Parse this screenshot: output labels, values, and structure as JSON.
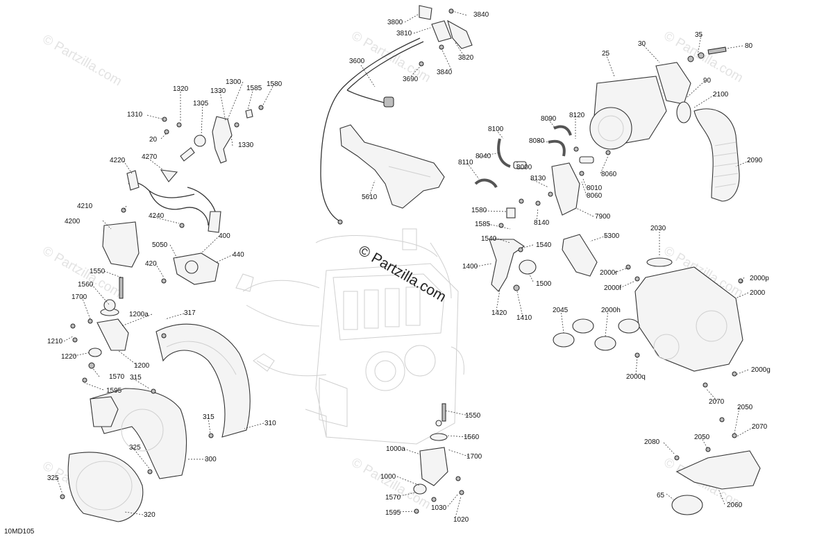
{
  "diagram_code": "10MD105",
  "center_watermark": "© Partzilla.com",
  "tile_watermark": "© Partzilla.com",
  "callouts": [
    {
      "id": "c3800",
      "text": "3800"
    },
    {
      "id": "c3840a",
      "text": "3840"
    },
    {
      "id": "c3810",
      "text": "3810"
    },
    {
      "id": "c3820",
      "text": "3820"
    },
    {
      "id": "c3840b",
      "text": "3840"
    },
    {
      "id": "c3600",
      "text": "3600"
    },
    {
      "id": "c3690",
      "text": "3690"
    },
    {
      "id": "c5610",
      "text": "5610"
    },
    {
      "id": "c1320",
      "text": "1320"
    },
    {
      "id": "c1300",
      "text": "1300"
    },
    {
      "id": "c1580a",
      "text": "1580"
    },
    {
      "id": "c1305",
      "text": "1305"
    },
    {
      "id": "c1330a",
      "text": "1330"
    },
    {
      "id": "c1585a",
      "text": "1585"
    },
    {
      "id": "c1310",
      "text": "1310"
    },
    {
      "id": "c20",
      "text": "20"
    },
    {
      "id": "c1330b",
      "text": "1330"
    },
    {
      "id": "c4220",
      "text": "4220"
    },
    {
      "id": "c4270",
      "text": "4270"
    },
    {
      "id": "c4210",
      "text": "4210"
    },
    {
      "id": "c4240",
      "text": "4240"
    },
    {
      "id": "c4200",
      "text": "4200"
    },
    {
      "id": "c5050",
      "text": "5050"
    },
    {
      "id": "c400",
      "text": "400"
    },
    {
      "id": "c440",
      "text": "440"
    },
    {
      "id": "c420",
      "text": "420"
    },
    {
      "id": "c1550a",
      "text": "1550"
    },
    {
      "id": "c1560a",
      "text": "1560"
    },
    {
      "id": "c1700a",
      "text": "1700"
    },
    {
      "id": "c1200a",
      "text": "1200a"
    },
    {
      "id": "c317",
      "text": "317"
    },
    {
      "id": "c1210",
      "text": "1210"
    },
    {
      "id": "c1220",
      "text": "1220"
    },
    {
      "id": "c1200",
      "text": "1200"
    },
    {
      "id": "c1570a",
      "text": "1570"
    },
    {
      "id": "c315a",
      "text": "315"
    },
    {
      "id": "c1595a",
      "text": "1595"
    },
    {
      "id": "c315b",
      "text": "315"
    },
    {
      "id": "c310",
      "text": "310"
    },
    {
      "id": "c325a",
      "text": "325"
    },
    {
      "id": "c300",
      "text": "300"
    },
    {
      "id": "c325b",
      "text": "325"
    },
    {
      "id": "c320",
      "text": "320"
    },
    {
      "id": "c25",
      "text": "25"
    },
    {
      "id": "c30",
      "text": "30"
    },
    {
      "id": "c35",
      "text": "35"
    },
    {
      "id": "c80",
      "text": "80"
    },
    {
      "id": "c90",
      "text": "90"
    },
    {
      "id": "c2100",
      "text": "2100"
    },
    {
      "id": "c8090",
      "text": "8090"
    },
    {
      "id": "c8120",
      "text": "8120"
    },
    {
      "id": "c8100",
      "text": "8100"
    },
    {
      "id": "c8080",
      "text": "8080"
    },
    {
      "id": "c8040",
      "text": "8040"
    },
    {
      "id": "c8000",
      "text": "8000"
    },
    {
      "id": "c8110",
      "text": "8110"
    },
    {
      "id": "c8060a",
      "text": "8060"
    },
    {
      "id": "c2090",
      "text": "2090"
    },
    {
      "id": "c8130",
      "text": "8130"
    },
    {
      "id": "c8010",
      "text": "8010"
    },
    {
      "id": "c8060b",
      "text": "8060"
    },
    {
      "id": "c1580b",
      "text": "1580"
    },
    {
      "id": "c8140",
      "text": "8140"
    },
    {
      "id": "c7900",
      "text": "7900"
    },
    {
      "id": "c1585b",
      "text": "1585"
    },
    {
      "id": "c5300",
      "text": "5300"
    },
    {
      "id": "c2030",
      "text": "2030"
    },
    {
      "id": "c1540a",
      "text": "1540"
    },
    {
      "id": "c1540b",
      "text": "1540"
    },
    {
      "id": "c1400",
      "text": "1400"
    },
    {
      "id": "c2000r",
      "text": "2000r"
    },
    {
      "id": "c2000p",
      "text": "2000p"
    },
    {
      "id": "c1500",
      "text": "1500"
    },
    {
      "id": "c2000f",
      "text": "2000f"
    },
    {
      "id": "c2000",
      "text": "2000"
    },
    {
      "id": "c1420",
      "text": "1420"
    },
    {
      "id": "c1410",
      "text": "1410"
    },
    {
      "id": "c2045",
      "text": "2045"
    },
    {
      "id": "c2000h",
      "text": "2000h"
    },
    {
      "id": "c2000g",
      "text": "2000g"
    },
    {
      "id": "c2000q",
      "text": "2000q"
    },
    {
      "id": "c2070a",
      "text": "2070"
    },
    {
      "id": "c2050a",
      "text": "2050"
    },
    {
      "id": "c2070b",
      "text": "2070"
    },
    {
      "id": "c2080",
      "text": "2080"
    },
    {
      "id": "c2050b",
      "text": "2050"
    },
    {
      "id": "c65",
      "text": "65"
    },
    {
      "id": "c2060",
      "text": "2060"
    },
    {
      "id": "c1550b",
      "text": "1550"
    },
    {
      "id": "c1560b",
      "text": "1560"
    },
    {
      "id": "c1000a",
      "text": "1000a"
    },
    {
      "id": "c1700b",
      "text": "1700"
    },
    {
      "id": "c1000",
      "text": "1000"
    },
    {
      "id": "c1570b",
      "text": "1570"
    },
    {
      "id": "c1030",
      "text": "1030"
    },
    {
      "id": "c1595b",
      "text": "1595"
    },
    {
      "id": "c1020",
      "text": "1020"
    }
  ]
}
